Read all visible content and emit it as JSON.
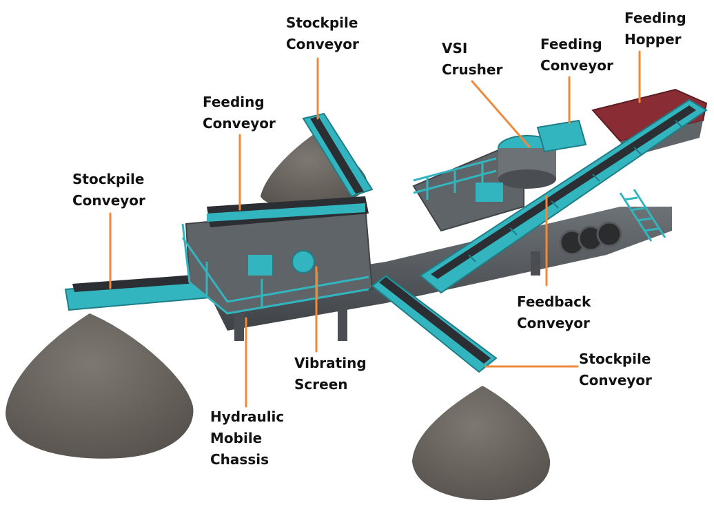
{
  "colors": {
    "frame": "#33b5c0",
    "frame_dark": "#1f7d86",
    "belt": "#2b2f33",
    "steel": "#5f6468",
    "pile": "#6b6661",
    "leader": "#f08a3a",
    "hopper": "#8a2c33"
  },
  "labels": {
    "stockpile_conveyor_top": {
      "line1": "Stockpile",
      "line2": "Conveyor"
    },
    "vsi_crusher": {
      "line1": "VSI",
      "line2": "Crusher"
    },
    "feeding_conveyor_right": {
      "line1": "Feeding",
      "line2": "Conveyor"
    },
    "feeding_hopper": {
      "line1": "Feeding",
      "line2": "Hopper"
    },
    "feeding_conveyor_left": {
      "line1": "Feeding",
      "line2": "Conveyor"
    },
    "stockpile_conveyor_left": {
      "line1": "Stockpile",
      "line2": "Conveyor"
    },
    "feedback_conveyor": {
      "line1": "Feedback",
      "line2": "Conveyor"
    },
    "vibrating_screen": {
      "line1": "Vibrating",
      "line2": "Screen"
    },
    "stockpile_conveyor_right": {
      "line1": "Stockpile",
      "line2": "Conveyor"
    },
    "hydraulic_mobile_chassis": {
      "line1": "Hydraulic",
      "line2": "Mobile",
      "line3": "Chassis"
    }
  }
}
